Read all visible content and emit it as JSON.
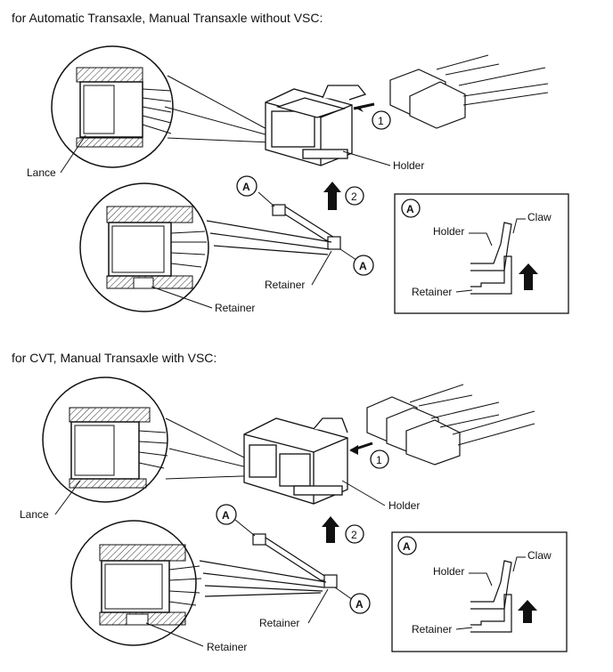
{
  "sections": [
    {
      "header": "for Automatic Transaxle, Manual Transaxle without VSC:",
      "labels": {
        "lance": "Lance",
        "holder": "Holder",
        "retainer_main": "Retainer",
        "retainer_detail": "Retainer",
        "step1": "1",
        "step2": "2",
        "marker": "A"
      },
      "inset": {
        "marker": "A",
        "holder": "Holder",
        "claw": "Claw",
        "retainer": "Retainer"
      }
    },
    {
      "header": "for CVT, Manual Transaxle with VSC:",
      "labels": {
        "lance": "Lance",
        "holder": "Holder",
        "retainer_main": "Retainer",
        "retainer_detail": "Retainer",
        "step1": "1",
        "step2": "2",
        "marker": "A"
      },
      "inset": {
        "marker": "A",
        "holder": "Holder",
        "claw": "Claw",
        "retainer": "Retainer"
      }
    }
  ]
}
